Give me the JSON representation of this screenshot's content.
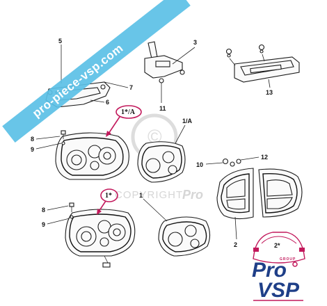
{
  "watermark": {
    "banner": "pro-piece-vsp.com",
    "copyright_word": "COPYRIGHT",
    "copyright_brand": "Pro"
  },
  "labels": {
    "l5": "5",
    "l7": "7",
    "l6": "6",
    "l3": "3",
    "l11": "11",
    "l13": "13",
    "l1a_top": "1*/A",
    "l1a_side": "1/A",
    "l8_top": "8",
    "l9_top": "9",
    "l10": "10",
    "l12": "12",
    "l1star": "1*",
    "l1": "1",
    "l8_bot": "8",
    "l9_bot": "9",
    "l2": "2",
    "l2star": "2*"
  },
  "logo": {
    "group": "GROUP",
    "line1": "Pro",
    "line2": "VSP"
  },
  "colors": {
    "banner": "#5bc0e6",
    "callout": "#c2185b",
    "logo_blue": "#1f3f88",
    "logo_pink": "#c2185b"
  }
}
